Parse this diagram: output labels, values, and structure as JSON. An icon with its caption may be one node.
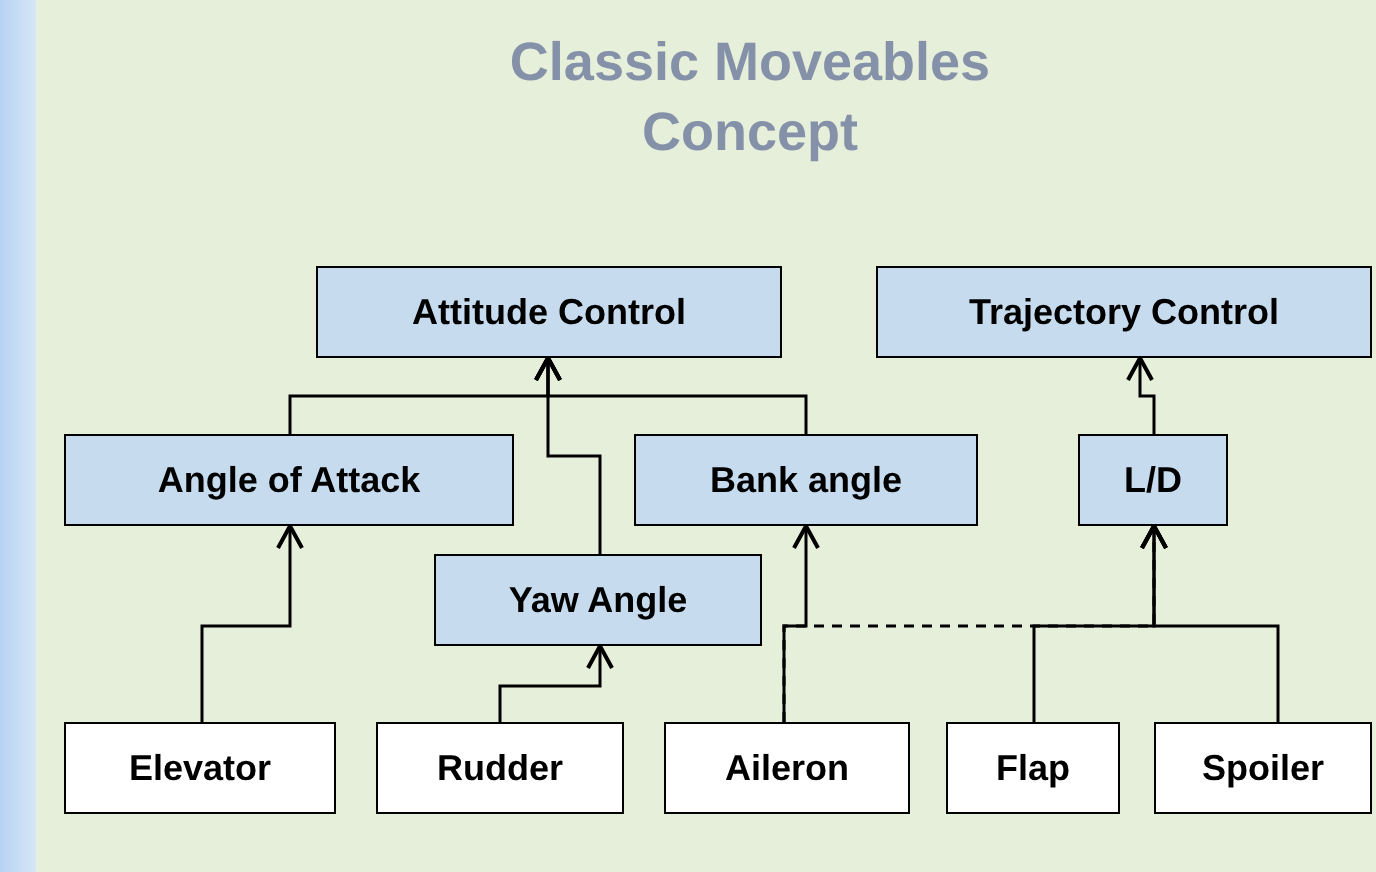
{
  "diagram": {
    "title": "Classic Moveables Concept",
    "nodes": [
      {
        "text": [
          "Attitude Control"
        ]
      },
      {
        "text": [
          "Trajectory Control"
        ]
      },
      {
        "text": [
          "Angle of Attack"
        ]
      },
      {
        "text": [
          "Bank angle"
        ]
      },
      {
        "text": [
          "L/D"
        ]
      },
      {
        "text": [
          "Yaw Angle"
        ]
      },
      {
        "text": [
          "Elevator"
        ]
      },
      {
        "text": [
          "Rudder"
        ]
      },
      {
        "text": [
          "Aileron"
        ]
      },
      {
        "text": [
          "Flap"
        ]
      },
      {
        "text": [
          "Spoiler"
        ]
      }
    ],
    "edges": [
      {
        "from": 2,
        "to": 0,
        "arrow": "to"
      },
      {
        "from": 3,
        "to": 0,
        "arrow": "to"
      },
      {
        "from": 5,
        "to": 0,
        "arrow": "to"
      },
      {
        "from": 4,
        "to": 1,
        "arrow": "to"
      },
      {
        "from": 6,
        "to": 2,
        "arrow": "to"
      },
      {
        "from": 7,
        "to": 5,
        "arrow": "to"
      },
      {
        "from": 8,
        "to": 3,
        "arrow": "to"
      },
      {
        "from": 8,
        "to": 4,
        "arrow": "to",
        "style": "dashed"
      },
      {
        "from": 9,
        "to": 4,
        "arrow": "to"
      },
      {
        "from": 10,
        "to": 4,
        "arrow": "to"
      }
    ]
  }
}
